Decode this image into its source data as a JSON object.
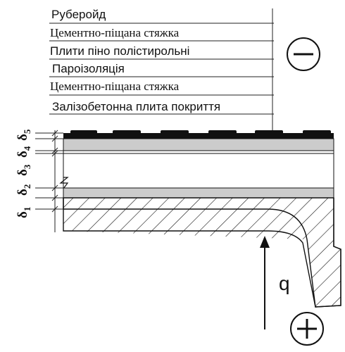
{
  "layers": [
    {
      "label": "Руберойд",
      "style": "sans"
    },
    {
      "label": "Цементно-піщана стяжка",
      "style": "serif"
    },
    {
      "label": "Плити піно полістирольні",
      "style": "sans"
    },
    {
      "label": "Пароізоляція",
      "style": "sans"
    },
    {
      "label": "Цементно-піщана стяжка",
      "style": "serif"
    },
    {
      "label": "Залізобетонна плита покриття",
      "style": "sans"
    }
  ],
  "thickness_symbols": [
    {
      "base": "δ",
      "sub": "1"
    },
    {
      "base": "δ",
      "sub": "2"
    },
    {
      "base": "δ",
      "sub": "3"
    },
    {
      "base": "δ",
      "sub": "4"
    },
    {
      "base": "δ",
      "sub": "5"
    }
  ],
  "heat_flow_label": "q",
  "outside_sign": "−",
  "inside_sign": "+"
}
